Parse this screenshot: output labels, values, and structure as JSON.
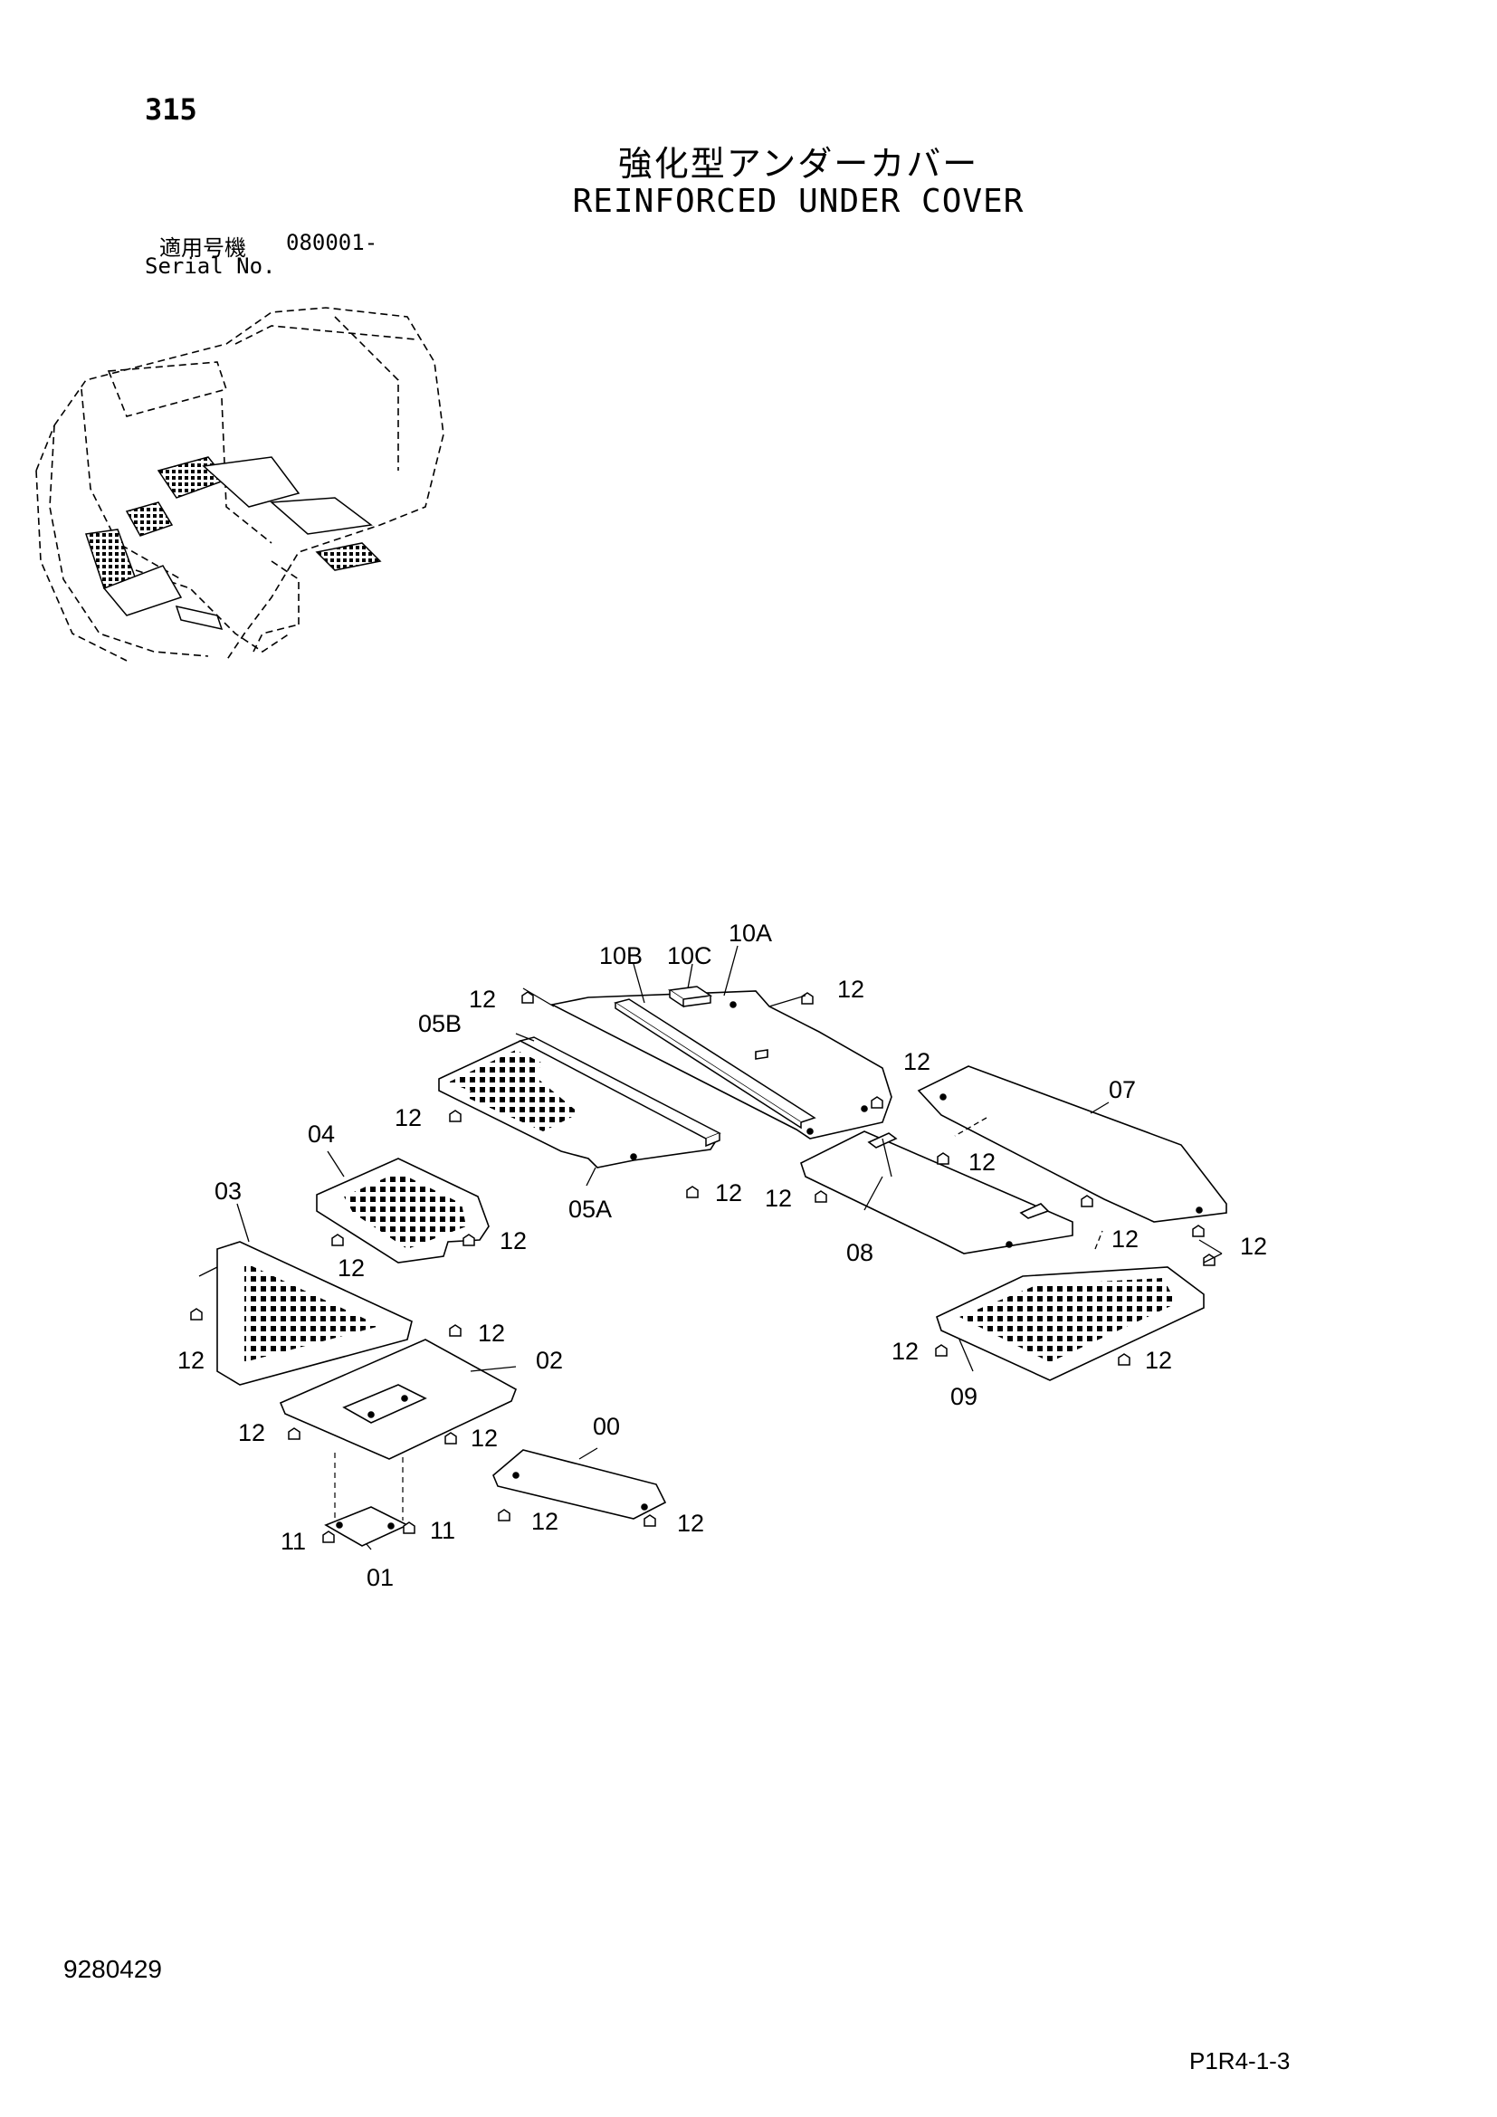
{
  "header": {
    "page_number": "315",
    "title_jp": "強化型アンダーカバー",
    "title_en": "REINFORCED UNDER COVER",
    "serial_label_jp": "適用号機",
    "serial_value": "080001-",
    "serial_label_en": "Serial No."
  },
  "footer": {
    "doc_number": "9280429",
    "page_code": "P1R4-1-3"
  },
  "parts": {
    "p00": "00",
    "p01": "01",
    "p02": "02",
    "p03": "03",
    "p04": "04",
    "p05A": "05A",
    "p05B": "05B",
    "p07": "07",
    "p08": "08",
    "p09": "09",
    "p10A": "10A",
    "p10B": "10B",
    "p10C": "10C",
    "p11": "11",
    "p12": "12"
  }
}
